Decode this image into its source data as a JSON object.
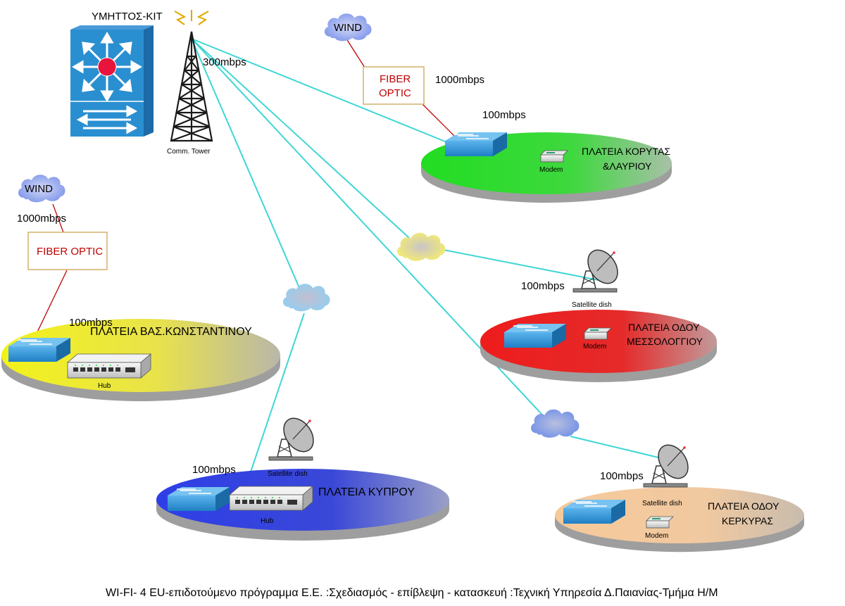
{
  "main_site": {
    "title": "ΥΜΗΤΤΟΣ-ΚΙΤ",
    "tower_label": "Comm. Tower",
    "tower_speed": "300mbps"
  },
  "sites": {
    "koryta": {
      "name_line1": "ΠΛΑΤΕΙΑ ΚΟΡΥΤΑΣ",
      "name_line2": "&ΛΑΥΡΙΟΥ",
      "cloud": "WIND",
      "fiber_line1": "FIBER",
      "fiber_line2": "OPTIC",
      "fiber_speed": "1000mbps",
      "lan_speed": "100mbps",
      "modem_label": "Modem",
      "color": "#22dd22"
    },
    "konstantinou": {
      "name": "ΠΛΑΤΕΙΑ ΒΑΣ.ΚΩΝΣΤΑΝΤΙΝΟΥ",
      "cloud": "WIND",
      "fiber": "FIBER OPTIC",
      "fiber_speed": "1000mbps",
      "lan_speed": "100mbps",
      "hub_label": "Hub",
      "color": "#f2f21a"
    },
    "mesologgiou": {
      "name_line1": "ΠΛΑΤΕΙΑ ΟΔΟΥ",
      "name_line2": "ΜΕΣΣΟΛΟΓΓΙΟΥ",
      "dish_label": "Satellite dish",
      "lan_speed": "100mbps",
      "modem_label": "Modem",
      "color": "#ee1c1c"
    },
    "kyprou": {
      "name": "ΠΛΑΤΕΙΑ ΚΥΠΡΟΥ",
      "dish_label": "Satellite dish",
      "lan_speed": "100mbps",
      "hub_label": "Hub",
      "color": "#2e3ee6"
    },
    "kerkyras": {
      "name_line1": "ΠΛΑΤΕΙΑ ΟΔΟΥ",
      "name_line2": "ΚΕΡΚΥΡΑΣ",
      "dish_label": "Satellite dish",
      "lan_speed": "100mbps",
      "modem_label": "Modem",
      "color": "#f6c99a"
    }
  },
  "footer": "WI-FI- 4 EU-επιδοτούμενο πρόγραμμα Ε.Ε. :Σχεδιασμός - επίβλεψη - κατασκευή :Τεχνική Υπηρεσία Δ.Παιανίας-Τμήμα Η/Μ",
  "colors": {
    "wireless_link": "#3fd6d6",
    "fiber_link": "#c00000",
    "switch_blue": "#2a8fd0",
    "cloud_blue": "#7fa8e6",
    "cloud_yellow": "#f7ef6a",
    "cloud_sky": "#9fd4f2"
  }
}
